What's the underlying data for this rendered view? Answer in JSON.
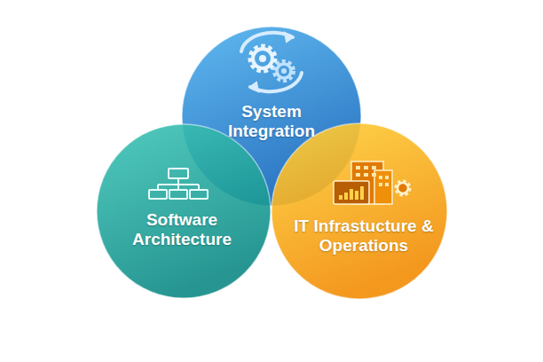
{
  "diagram": {
    "nodes": [
      {
        "text": [
          "System Integration"
        ]
      },
      {
        "text": [
          "Software Architecture"
        ]
      },
      {
        "text": [
          "IT Infrastucture & Operations"
        ]
      }
    ]
  }
}
